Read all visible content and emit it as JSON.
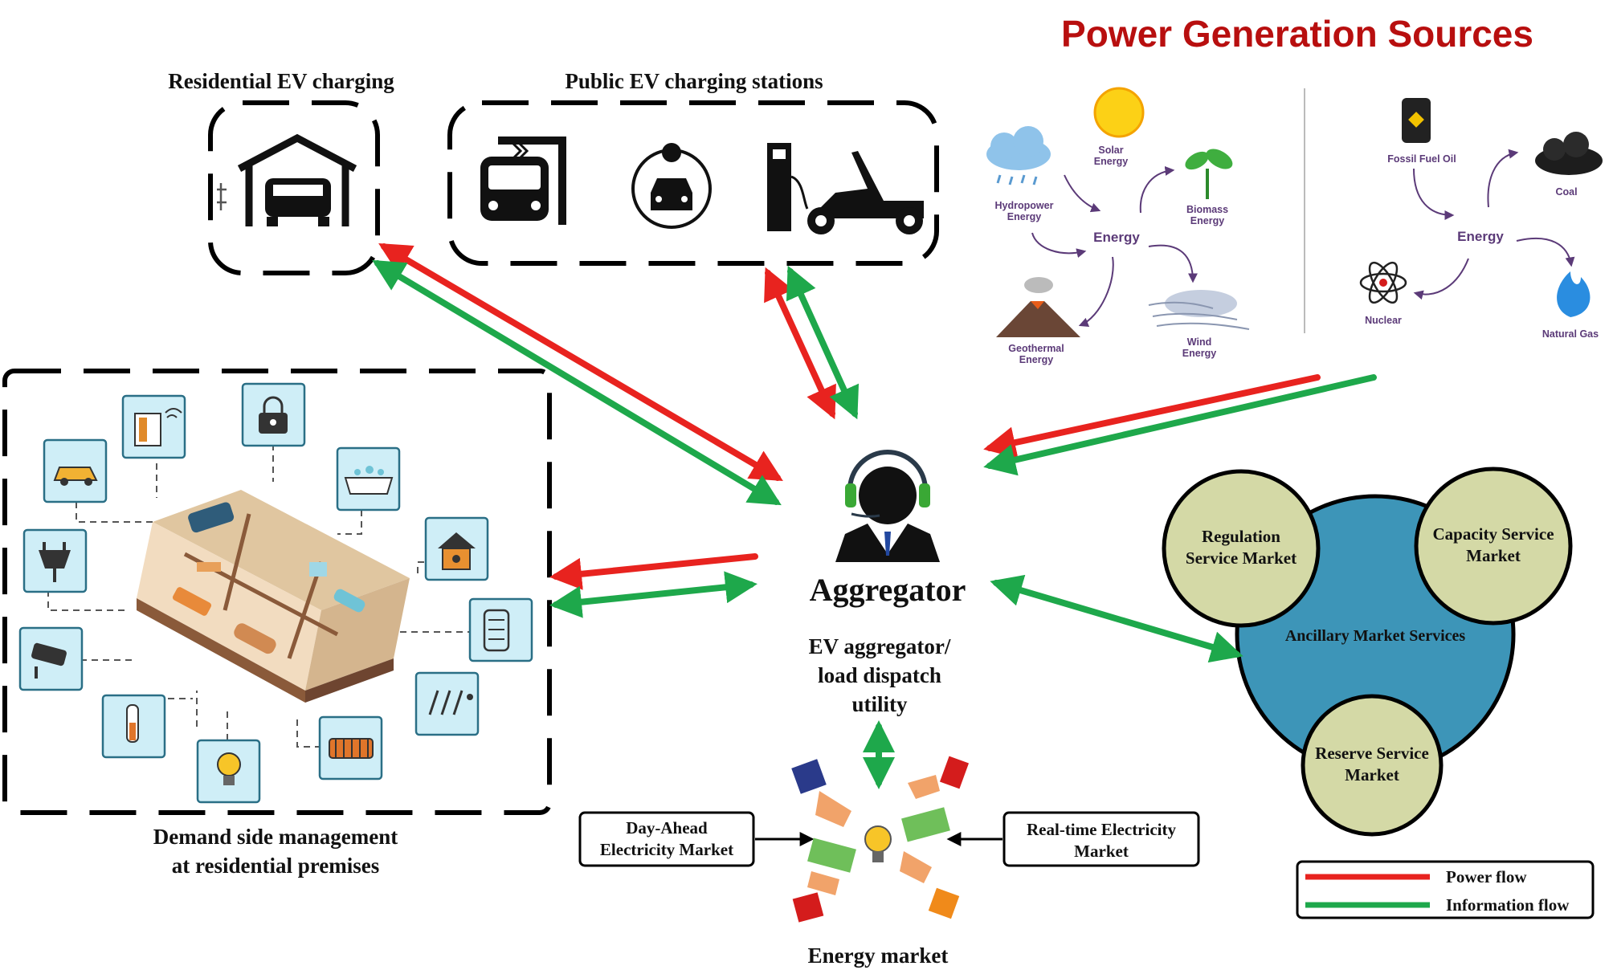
{
  "labels": {
    "residential": "Residential EV charging",
    "public": "Public EV charging stations",
    "power_title": "Power Generation Sources",
    "dsm_line1": "Demand side management",
    "dsm_line2": "at residential premises",
    "aggregator": "Aggregator",
    "ev_agg_line1": "EV aggregator/",
    "ev_agg_line2": "load dispatch",
    "ev_agg_line3": "utility",
    "day_ahead_line1": "Day-Ahead",
    "day_ahead_line2": "Electricity Market",
    "realtime_line1": "Real-time Electricity",
    "realtime_line2": "Market",
    "energy_market": "Energy market",
    "ancillary": "Ancillary Market Services",
    "regulation_line1": "Regulation",
    "regulation_line2": "Service Market",
    "capacity_line1": "Capacity Service",
    "capacity_line2": "Market",
    "reserve_line1": "Reserve Service",
    "reserve_line2": "Market"
  },
  "renewables": {
    "center": "Energy",
    "solar_line1": "Solar",
    "solar_line2": "Energy",
    "hydro_line1": "Hydropower",
    "hydro_line2": "Energy",
    "biomass_line1": "Biomass",
    "biomass_line2": "Energy",
    "geo_line1": "Geothermal",
    "geo_line2": "Energy",
    "wind_line1": "Wind",
    "wind_line2": "Energy"
  },
  "conventional": {
    "center": "Energy",
    "fossil": "Fossil Fuel Oil",
    "coal": "Coal",
    "nuclear": "Nuclear",
    "gas": "Natural Gas"
  },
  "legend": {
    "power": "Power flow",
    "info": "Information flow"
  },
  "colors": {
    "power_flow": "#e8231f",
    "info_flow": "#1ea84b",
    "title_red": "#b80f0f",
    "ancillary_blue": "#3d95b8",
    "market_circle": "#d4d9a6"
  }
}
